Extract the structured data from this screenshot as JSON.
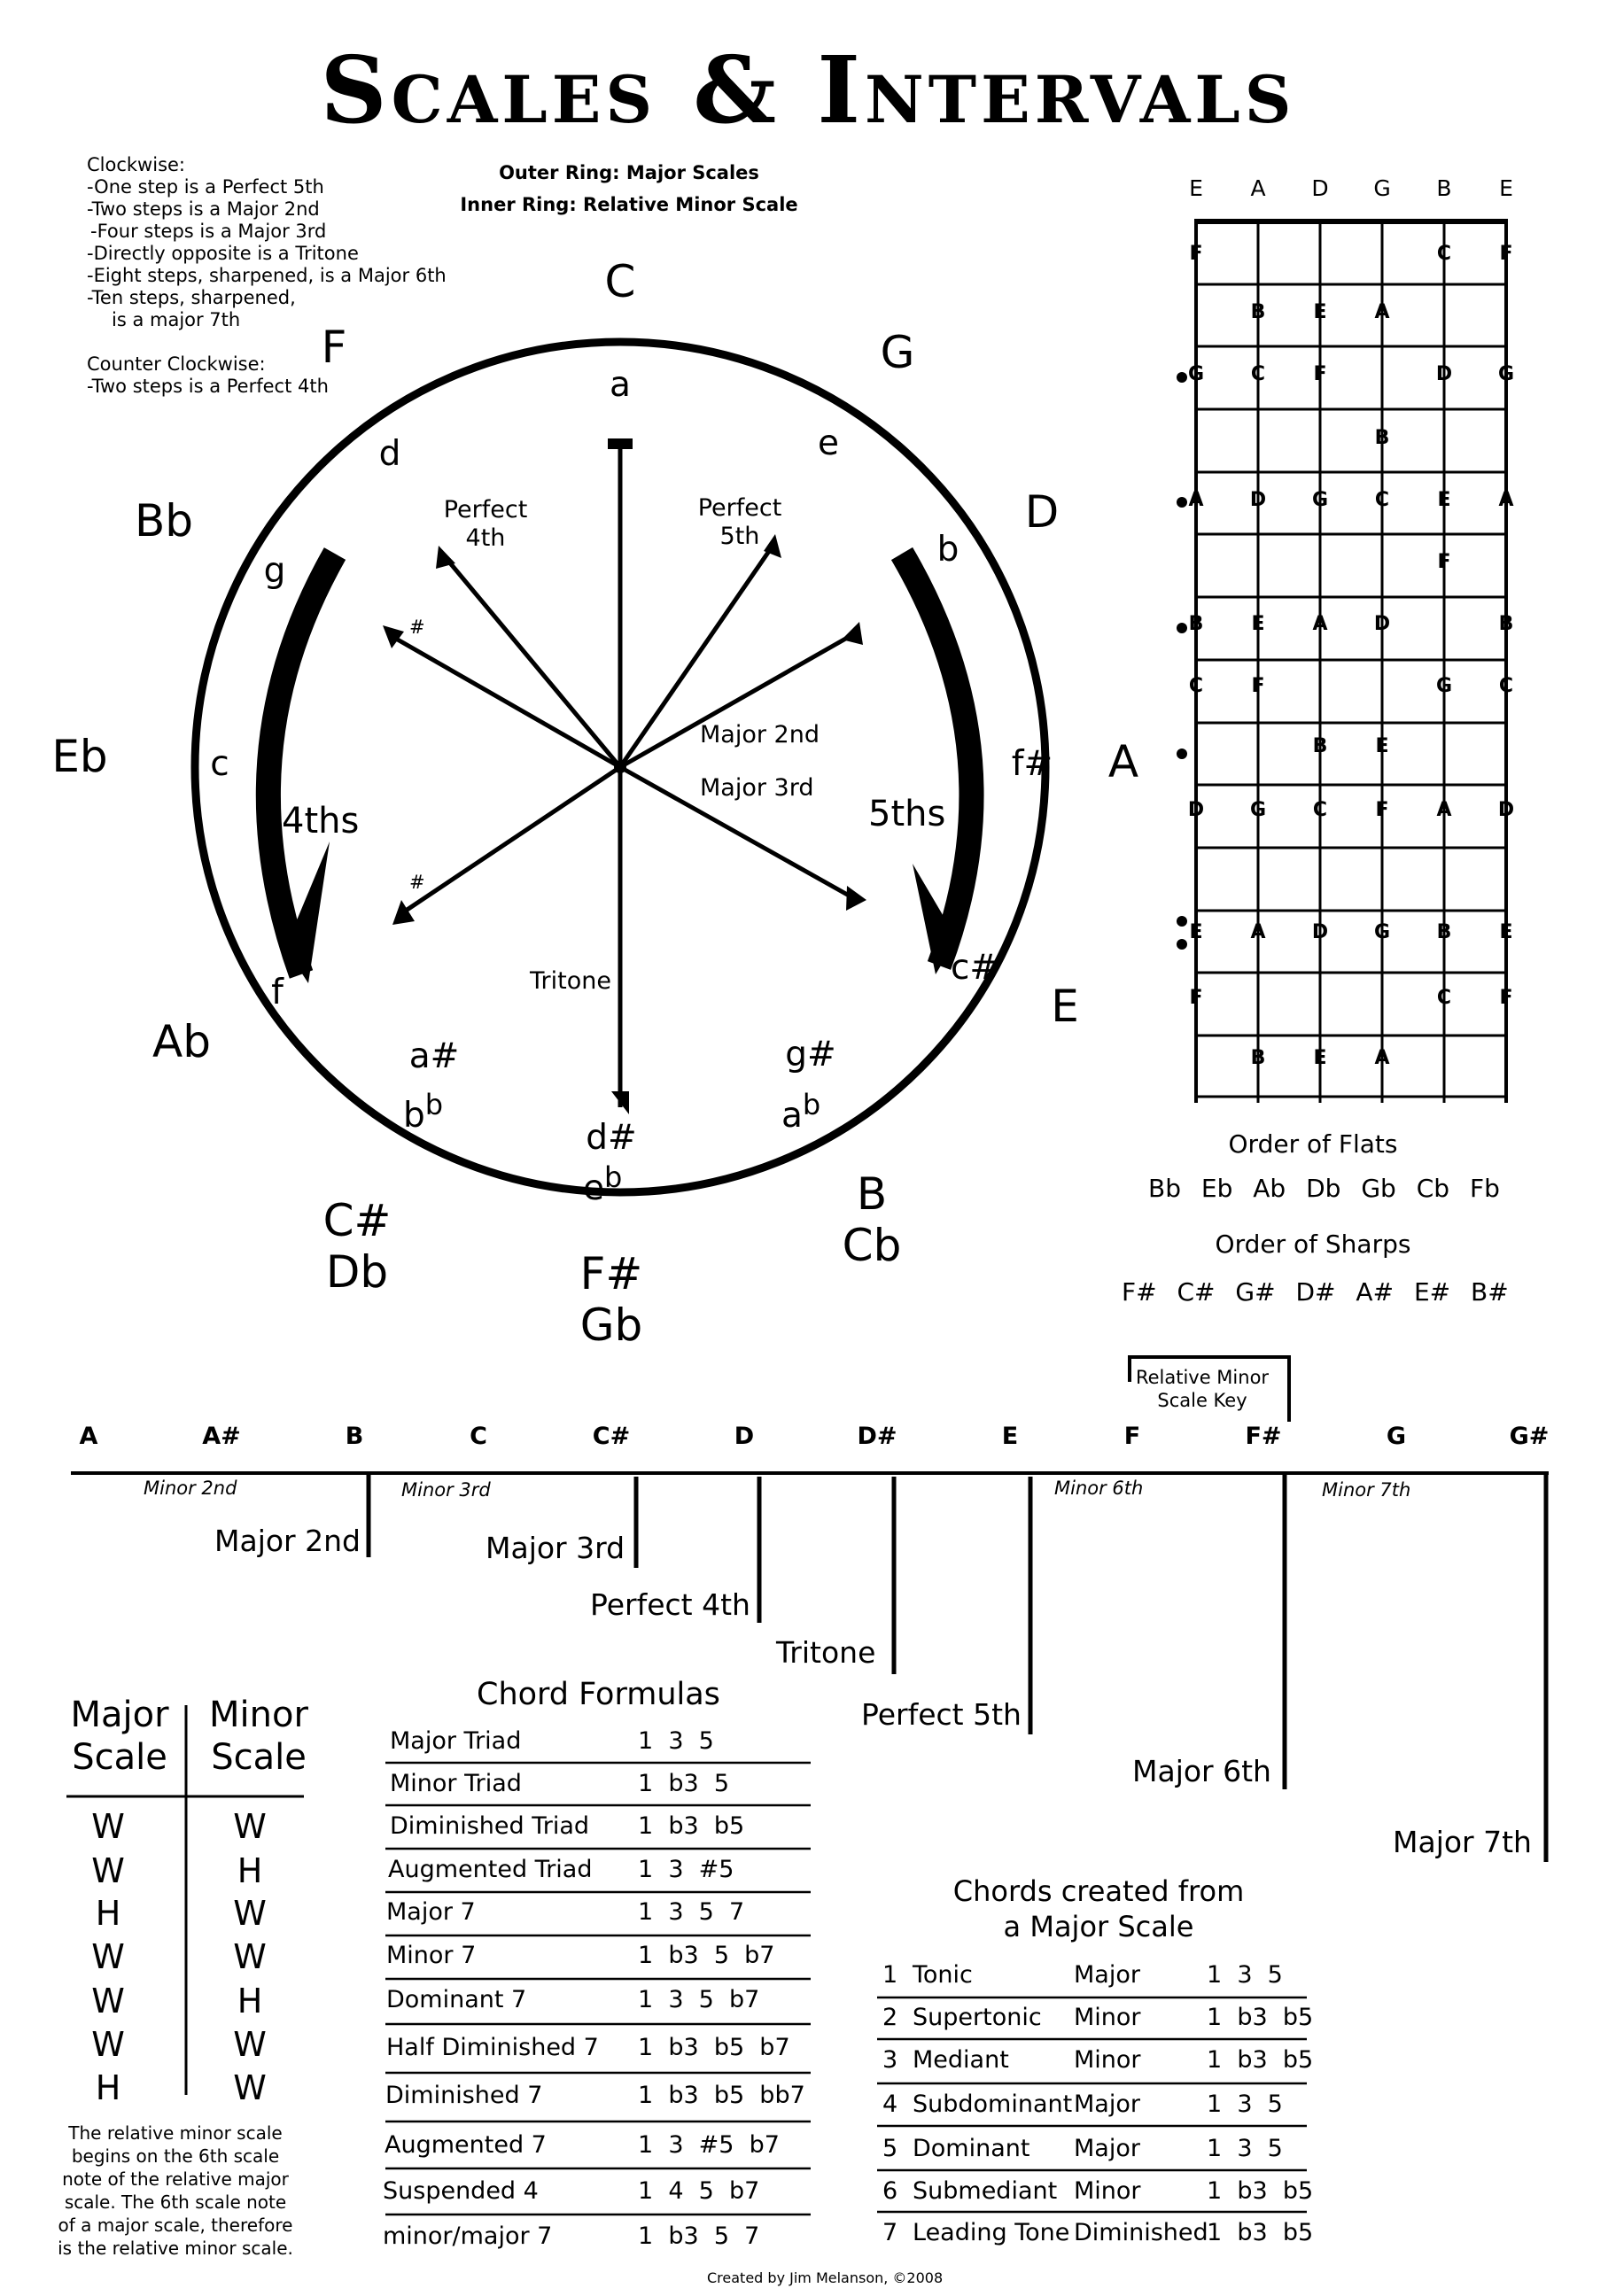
{
  "title": "Scales & Intervals",
  "notes": {
    "clockwise_head": "Clockwise:",
    "clockwise": [
      "-One step is a Perfect 5th",
      "-Two steps is a Major 2nd",
      "-Four steps is a Major 3rd",
      "-Directly opposite is a Tritone",
      "-Eight steps, sharpened, is a Major 6th",
      "-Ten steps, sharpened,",
      "is a major 7th"
    ],
    "counter_head": "Counter Clockwise:",
    "counter": [
      "-Two steps is a Perfect 4th"
    ]
  },
  "rings": {
    "outer": "Outer Ring: Major Scales",
    "inner": "Inner Ring: Relative Minor Scale"
  },
  "circle": {
    "major": [
      "C",
      "G",
      "D",
      "A",
      "E",
      "B",
      "Cb",
      "F#",
      "Gb",
      "C#",
      "Db",
      "Ab",
      "Eb",
      "Bb",
      "F"
    ],
    "minor": [
      "a",
      "e",
      "b",
      "f#",
      "c#",
      "g#",
      "a",
      "b",
      "d#",
      "e",
      "b",
      "a#",
      "b",
      "b",
      "f",
      "c",
      "g",
      "d"
    ],
    "labels": {
      "p4_1": "Perfect",
      "p4_2": "4th",
      "p5_1": "Perfect",
      "p5_2": "5th",
      "m2": "Major 2nd",
      "m3": "Major 3rd",
      "tritone": "Tritone",
      "sharp": "#",
      "fourths": "4ths",
      "fifths": "5ths"
    }
  },
  "fretboard": {
    "strings": [
      "E",
      "A",
      "D",
      "G",
      "B",
      "E"
    ],
    "frets": [
      [
        "F",
        "",
        "",
        "",
        "C",
        "F"
      ],
      [
        "",
        "B",
        "E",
        "A",
        "",
        ""
      ],
      [
        "G",
        "C",
        "F",
        "",
        "D",
        "G"
      ],
      [
        "",
        "",
        "",
        "B",
        "",
        ""
      ],
      [
        "A",
        "D",
        "G",
        "C",
        "E",
        "A"
      ],
      [
        "",
        "",
        "",
        "",
        "F",
        ""
      ],
      [
        "B",
        "E",
        "A",
        "D",
        "",
        "B"
      ],
      [
        "C",
        "F",
        "",
        "",
        "G",
        "C"
      ],
      [
        "",
        "",
        "B",
        "E",
        "",
        ""
      ],
      [
        "D",
        "G",
        "C",
        "F",
        "A",
        "D"
      ],
      [
        "",
        "",
        "",
        "",
        "",
        ""
      ],
      [
        "E",
        "A",
        "D",
        "G",
        "B",
        "E"
      ],
      [
        "F",
        "",
        "",
        "",
        "C",
        "F"
      ],
      [
        "",
        "B",
        "E",
        "A",
        "",
        ""
      ]
    ]
  },
  "flats": {
    "title": "Order of Flats",
    "items": [
      "Bb",
      "Eb",
      "Ab",
      "Db",
      "Gb",
      "Cb",
      "Fb"
    ]
  },
  "sharps": {
    "title": "Order of Sharps",
    "items": [
      "F#",
      "C#",
      "G#",
      "D#",
      "A#",
      "E#",
      "B#"
    ]
  },
  "relkey": {
    "line1": "Relative Minor",
    "line2": "Scale Key"
  },
  "chromatic": [
    "A",
    "A#",
    "B",
    "C",
    "C#",
    "D",
    "D#",
    "E",
    "F",
    "F#",
    "G",
    "G#"
  ],
  "minor_intervals": [
    "Minor 2nd",
    "Minor 3rd",
    "Minor 6th",
    "Minor 7th"
  ],
  "intervals": [
    "Major 2nd",
    "Major 3rd",
    "Perfect 4th",
    "Tritone",
    "Perfect 5th",
    "Major 6th",
    "Major 7th"
  ],
  "scale_table": {
    "major_head": [
      "Major",
      "Scale"
    ],
    "minor_head": [
      "Minor",
      "Scale"
    ],
    "major": [
      "W",
      "W",
      "H",
      "W",
      "W",
      "W",
      "H"
    ],
    "minor": [
      "W",
      "H",
      "W",
      "W",
      "H",
      "W",
      "W"
    ],
    "footnote": [
      "The relative minor scale",
      "begins on the 6th scale",
      "note of the relative major",
      "scale. The 6th scale note",
      "of a major scale, therefore",
      "is the relative minor scale."
    ]
  },
  "chord_formulas": {
    "title": "Chord Formulas",
    "rows": [
      [
        "Major Triad",
        "1  3  5"
      ],
      [
        "Minor Triad",
        "1  b3  5"
      ],
      [
        "Diminished Triad",
        "1  b3  b5"
      ],
      [
        "Augmented Triad",
        "1  3  #5"
      ],
      [
        "Major 7",
        "1  3  5  7"
      ],
      [
        "Minor 7",
        "1  b3  5  b7"
      ],
      [
        "Dominant 7",
        "1  3  5  b7"
      ],
      [
        "Half Diminished 7",
        "1  b3  b5  b7"
      ],
      [
        "Diminished 7",
        "1  b3  b5  bb7"
      ],
      [
        "Augmented 7",
        "1  3  #5  b7"
      ],
      [
        "Suspended 4",
        "1  4  5  b7"
      ],
      [
        "minor/major 7",
        "1  b3  5  7"
      ]
    ]
  },
  "chords_major": {
    "title1": "Chords created from",
    "title2": "a Major Scale",
    "rows": [
      [
        "1",
        "Tonic",
        "Major",
        "1  3  5"
      ],
      [
        "2",
        "Supertonic",
        "Minor",
        "1  b3  b5"
      ],
      [
        "3",
        "Mediant",
        "Minor",
        "1  b3  b5"
      ],
      [
        "4",
        "Subdominant",
        "Major",
        "1  3  5"
      ],
      [
        "5",
        "Dominant",
        "Major",
        "1  3  5"
      ],
      [
        "6",
        "Submediant",
        "Minor",
        "1  b3  b5"
      ],
      [
        "7",
        "Leading Tone",
        "Diminished",
        "1  b3  b5"
      ]
    ]
  },
  "credit": "Created by Jim Melanson, ©2008"
}
